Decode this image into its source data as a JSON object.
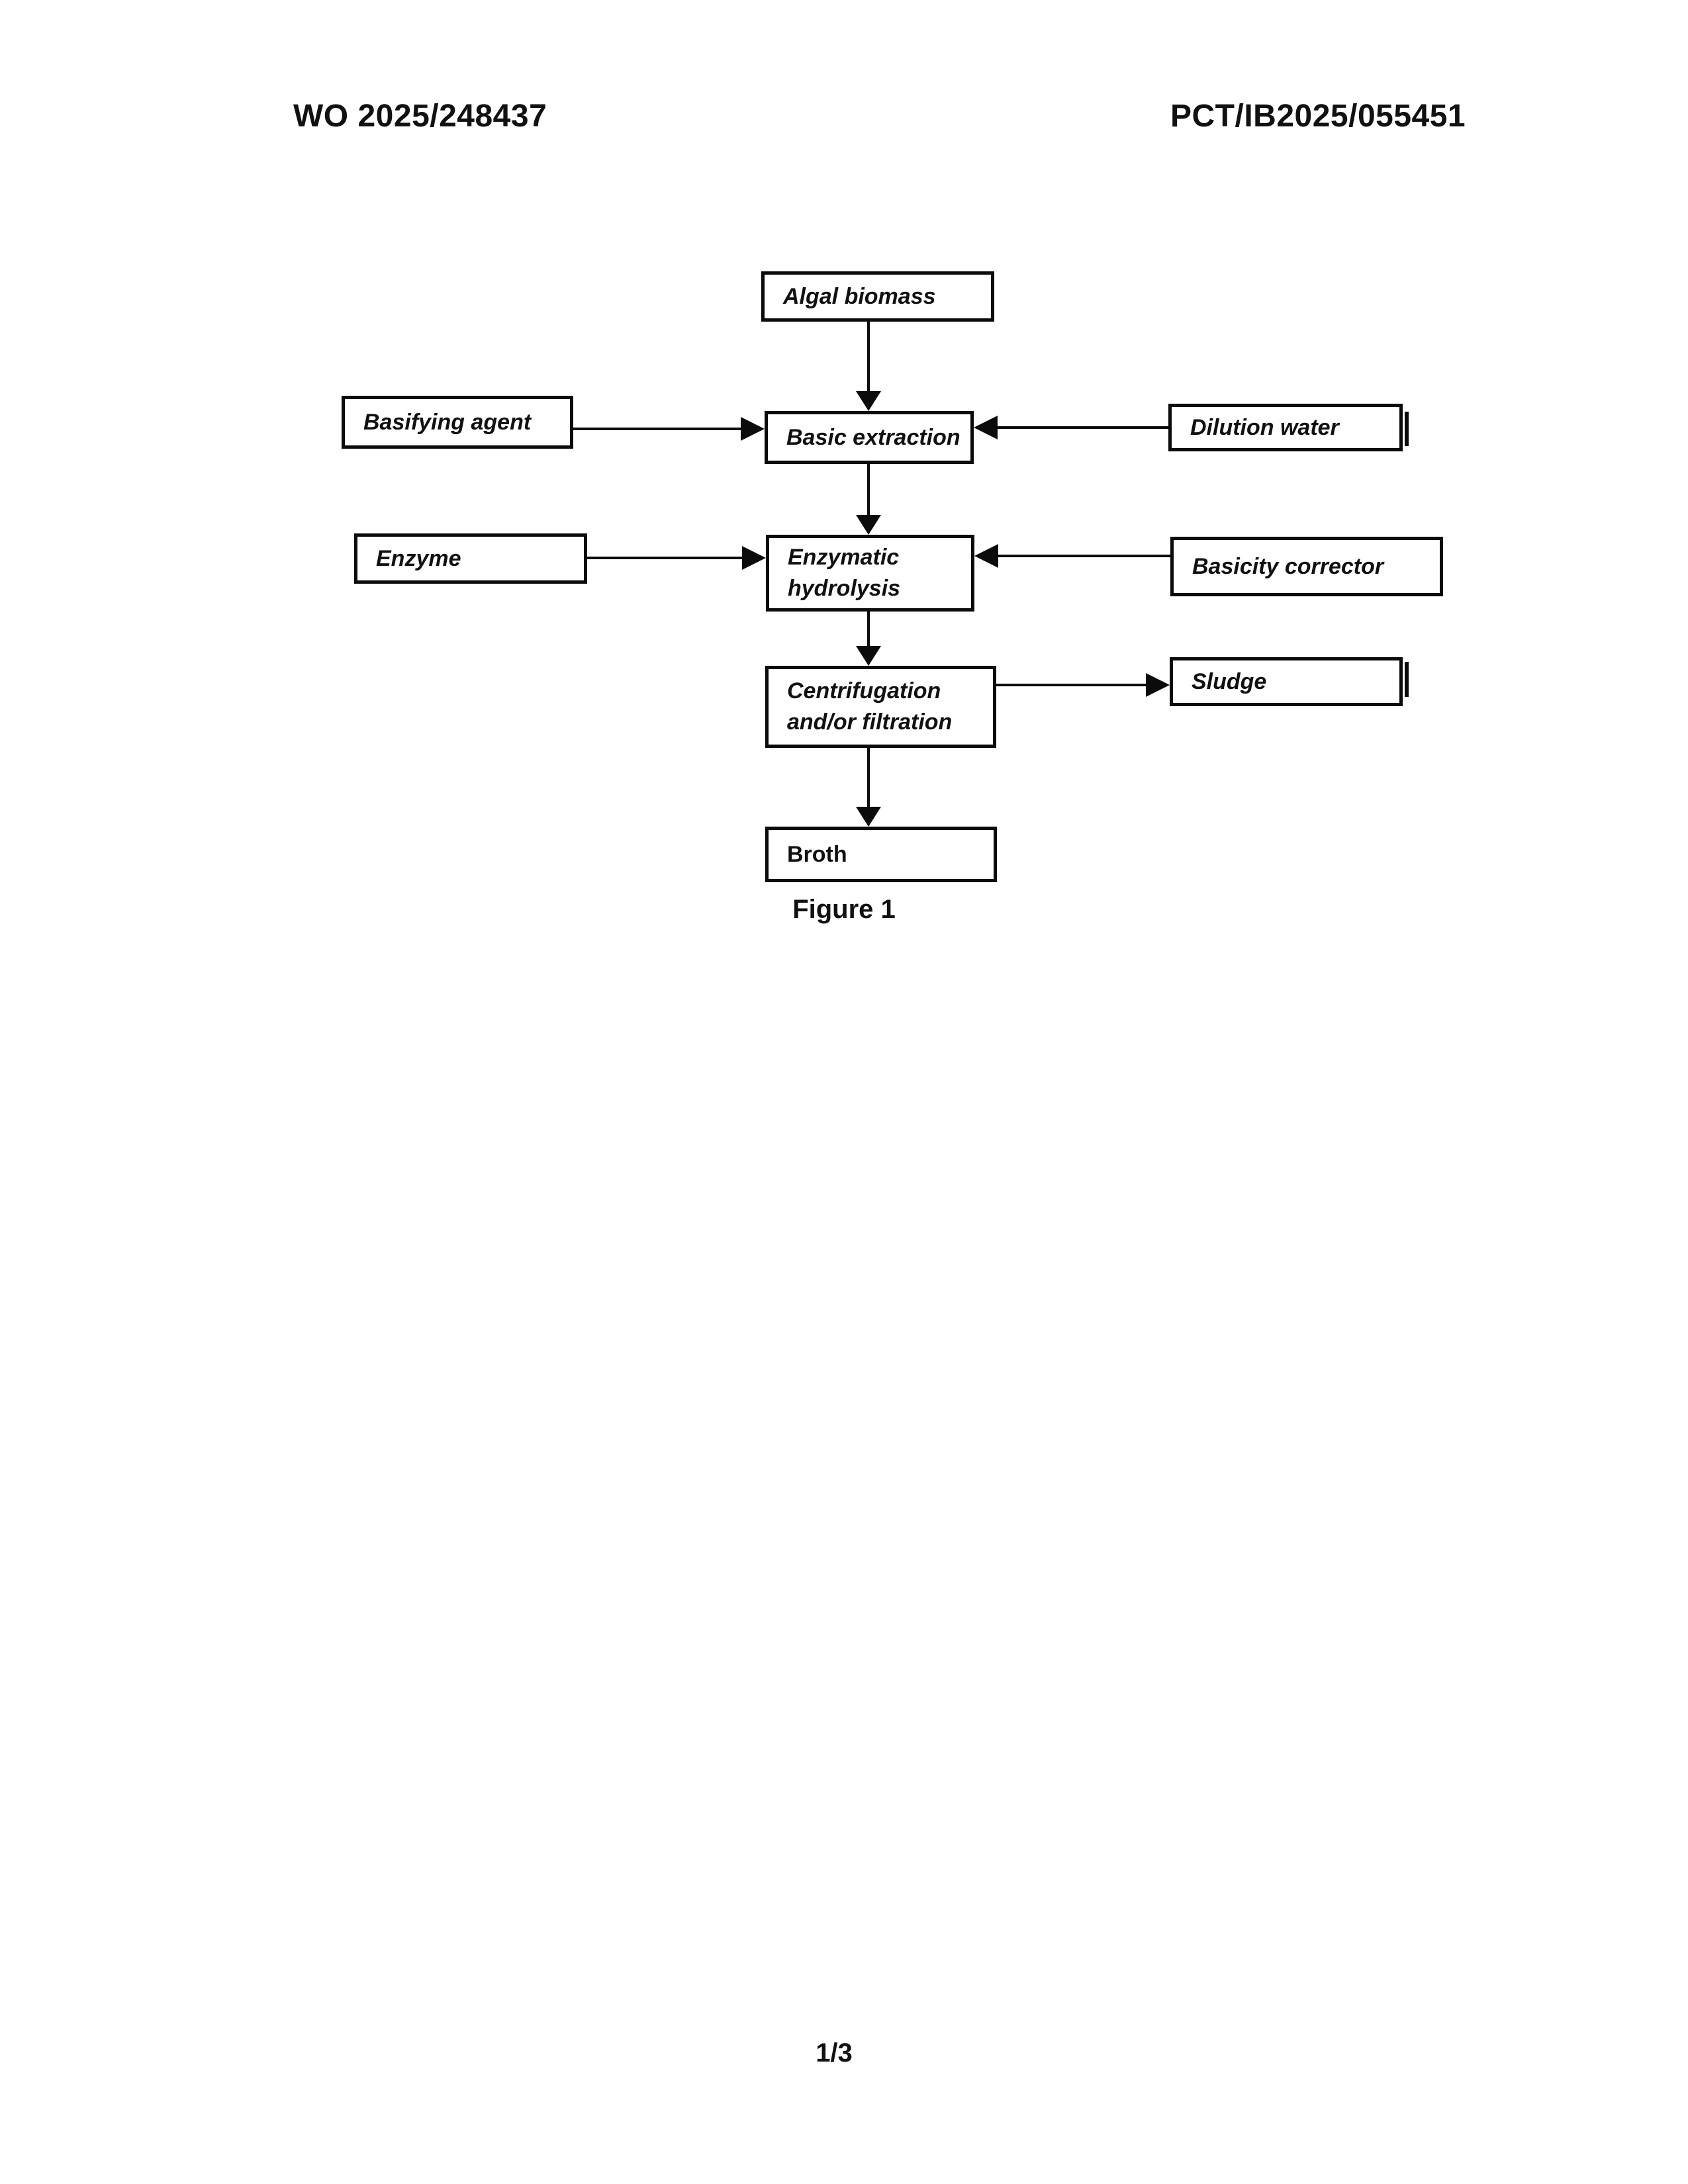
{
  "page": {
    "header_left": "WO 2025/248437",
    "header_right": "PCT/IB2025/055451",
    "figure_caption": "Figure 1",
    "page_number": "1/3"
  },
  "diagram": {
    "type": "flowchart",
    "nodes": {
      "algal_biomass": {
        "label": "Algal biomass"
      },
      "basifying_agent": {
        "label": "Basifying agent"
      },
      "basic_extraction": {
        "label": "Basic extraction"
      },
      "dilution_water": {
        "label": "Dilution water"
      },
      "enzyme": {
        "label": "Enzyme"
      },
      "enzymatic_hydrolysis": {
        "label": "Enzymatic hydrolysis"
      },
      "basicity_corrector": {
        "label": "Basicity corrector"
      },
      "centrifugation_filtration": {
        "label": "Centrifugation and/or filtration"
      },
      "sludge": {
        "label": "Sludge"
      },
      "broth": {
        "label": "Broth"
      }
    },
    "edges": [
      {
        "from": "algal_biomass",
        "to": "basic_extraction",
        "direction": "down"
      },
      {
        "from": "basifying_agent",
        "to": "basic_extraction",
        "direction": "right"
      },
      {
        "from": "dilution_water",
        "to": "basic_extraction",
        "direction": "left"
      },
      {
        "from": "basic_extraction",
        "to": "enzymatic_hydrolysis",
        "direction": "down"
      },
      {
        "from": "enzyme",
        "to": "enzymatic_hydrolysis",
        "direction": "right"
      },
      {
        "from": "basicity_corrector",
        "to": "enzymatic_hydrolysis",
        "direction": "left"
      },
      {
        "from": "enzymatic_hydrolysis",
        "to": "centrifugation_filtration",
        "direction": "down"
      },
      {
        "from": "centrifugation_filtration",
        "to": "sludge",
        "direction": "right"
      },
      {
        "from": "centrifugation_filtration",
        "to": "broth",
        "direction": "down"
      }
    ],
    "ink_color": "#0b0b0b",
    "background_color": "#ffffff"
  }
}
